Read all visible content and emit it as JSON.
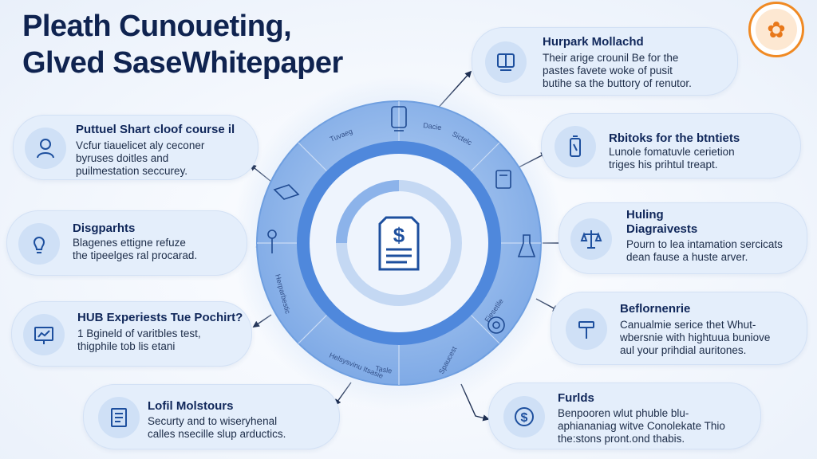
{
  "title": {
    "line1": "Pleath Cunoueting,",
    "line2": "Glved SaseWhitepaper"
  },
  "logo": {
    "icon": "gear-dragon-logo",
    "glyph": "✿"
  },
  "colors": {
    "title": "#0f2350",
    "card_bg": "#e4eefb",
    "wheel_outer": "#8fb6ea",
    "wheel_ring": "#5d95e0",
    "center_icon": "#1d4f9e",
    "logo_orange": "#f08a24"
  },
  "cards": {
    "top_right": {
      "title": "Hurpark Mollachd",
      "body": "Their arige crounil Be for the\npastes favete woke of pusit\nbutihe sa the buttory of renutor.",
      "icon": "book-icon"
    },
    "left_1": {
      "title": "Puttuel Shart cloof course il",
      "body": "Vcfur tiauelicet aly ceconer\nbyruses doitles and\npuilmestation seccurey.",
      "icon": "user-icon"
    },
    "right_1": {
      "title": "Rbitoks for the btntiets",
      "body": "Lunole fomatuvle cerietion\ntriges his prihtul treapt.",
      "icon": "battery-icon"
    },
    "left_2": {
      "title": "Disgparhts",
      "body": "Blagenes ettigne refuze\nthe tipeelges ral procarad.",
      "icon": "lightbulb-icon"
    },
    "right_2": {
      "title": "Huling\nDiagraivests",
      "body": "Pourn to lea intamation sercicats\ndean fause a huste arver.",
      "icon": "scale-icon"
    },
    "left_3": {
      "title": "HUB Experiests Tue Pochirt?",
      "body": "1 Bgineld of varitbles test,\nthigphile tob lis etani",
      "icon": "chart-board-icon"
    },
    "right_3": {
      "title": "Beflornenrie",
      "body": "Canualmie serice thet Whut-\nwbersnie with hightuua buniove\naul your prihdial auritones.",
      "icon": "hammer-icon"
    },
    "bottom_left": {
      "title": "Lofil Molstours",
      "body": "Securty and to wiseryhenal\ncalles nsecille slup arductics.",
      "icon": "document-icon"
    },
    "bottom_right": {
      "title": "Furlds",
      "body": "Benpooren wlut phuble blu-\naphiananiag witve Conolekate Thio\nthe:stons pront.ond thabis.",
      "icon": "dollar-icon"
    }
  },
  "wheel": {
    "segment_labels": [
      "Tuvaeg",
      "Dacie",
      "Sictelc",
      "Fiesetile",
      "Spaucest",
      "Herparbestic",
      "Helsysvinu Itsasie",
      "Tasle"
    ],
    "center_icon": "dollar-document-icon"
  }
}
